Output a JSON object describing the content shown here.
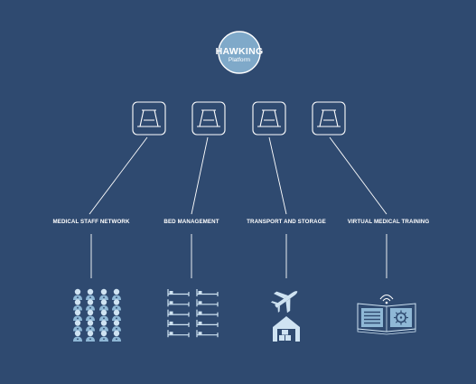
{
  "hub": {
    "title": "HAWKING",
    "subtitle": "Platform"
  },
  "branches": [
    {
      "label": "MEDICAL STAFF NETWORK",
      "node_icon": "app-a-icon",
      "illustration": "medical-staff-icon"
    },
    {
      "label": "BED MANAGEMENT",
      "node_icon": "app-a-icon",
      "illustration": "hospital-beds-icon"
    },
    {
      "label": "TRANSPORT AND STORAGE",
      "node_icon": "app-a-icon",
      "illustration": "airplane-warehouse-icon"
    },
    {
      "label": "VIRTUAL MEDICAL TRAINING",
      "node_icon": "app-a-icon",
      "illustration": "book-virus-icon"
    }
  ],
  "colors": {
    "background": "#2f4a70",
    "hub_fill": "#7fa9c9",
    "line": "#ffffff",
    "icon_light": "#cfe3f2",
    "icon_accent": "#8fb8d6"
  }
}
